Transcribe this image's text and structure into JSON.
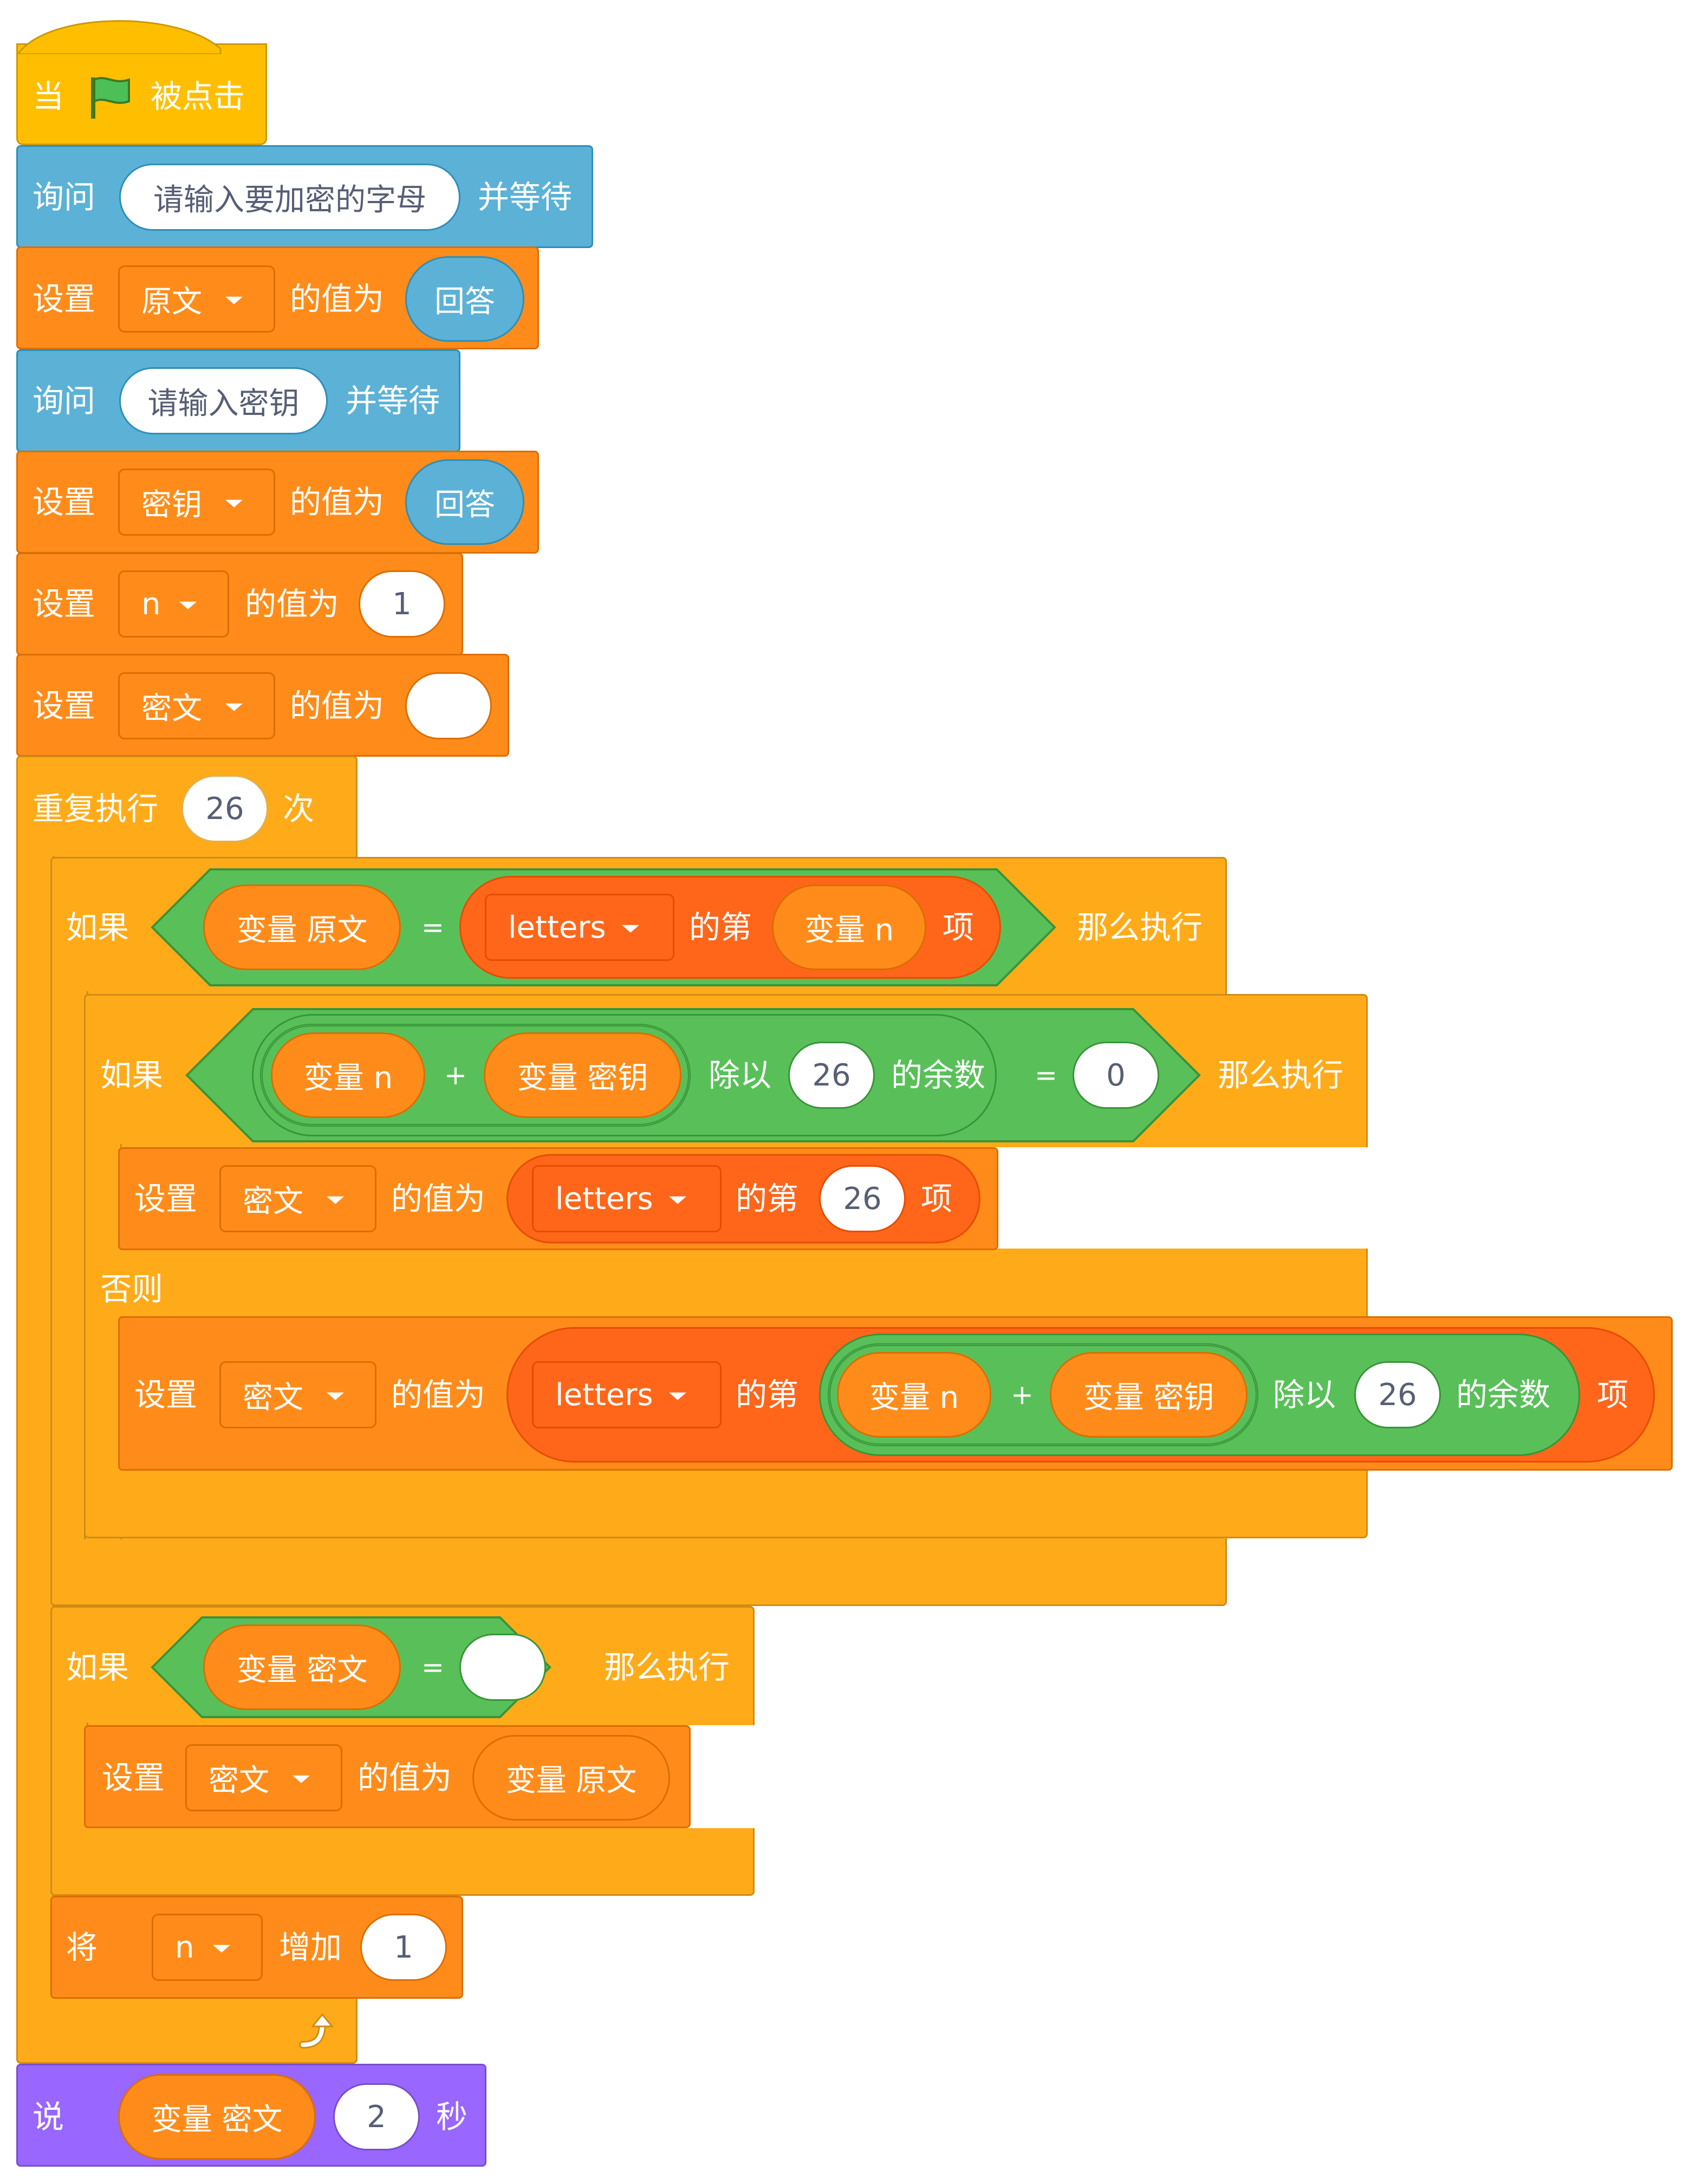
{
  "hat": {
    "when": "当",
    "clicked": "被点击"
  },
  "ask1": {
    "label": "询问",
    "question": "请输入要加密的字母",
    "wait": "并等待"
  },
  "set1": {
    "label": "设置",
    "var": "原文",
    "value_of": "的值为",
    "value": "回答"
  },
  "ask2": {
    "label": "询问",
    "question": "请输入密钥",
    "wait": "并等待"
  },
  "set2": {
    "label": "设置",
    "var": "密钥",
    "value_of": "的值为",
    "value": "回答"
  },
  "set3": {
    "label": "设置",
    "var": "n",
    "value_of": "的值为",
    "value": "1"
  },
  "set4": {
    "label": "设置",
    "var": "密文",
    "value_of": "的值为",
    "value": ""
  },
  "repeat": {
    "label": "重复执行",
    "count": "26",
    "times": "次"
  },
  "if1": {
    "label": "如果",
    "left_var": "变量 原文",
    "eq": "=",
    "list": "letters",
    "item_of": "的第",
    "index_var": "变量 n",
    "item": "项",
    "then": "那么执行"
  },
  "if2": {
    "label": "如果",
    "var_n": "变量 n",
    "plus": "+",
    "var_key": "变量 密钥",
    "mod": "除以",
    "mod_value": "26",
    "remainder": "的余数",
    "eq": "=",
    "compare": "0",
    "then": "那么执行"
  },
  "set5": {
    "label": "设置",
    "var": "密文",
    "value_of": "的值为",
    "list": "letters",
    "item_of": "的第",
    "index": "26",
    "item": "项"
  },
  "else": {
    "label": "否则"
  },
  "set6": {
    "label": "设置",
    "var": "密文",
    "value_of": "的值为",
    "list": "letters",
    "item_of": "的第",
    "var_n": "变量 n",
    "plus": "+",
    "var_key": "变量 密钥",
    "mod": "除以",
    "mod_value": "26",
    "remainder": "的余数",
    "item": "项"
  },
  "if3": {
    "label": "如果",
    "left_var": "变量 密文",
    "eq": "=",
    "compare": "",
    "then": "那么执行"
  },
  "set7": {
    "label": "设置",
    "var": "密文",
    "value_of": "的值为",
    "value": "变量 原文"
  },
  "change": {
    "label": "将",
    "var": "n",
    "increase": "增加",
    "value": "1"
  },
  "say": {
    "label": "说",
    "var": "变量 密文",
    "secs": "2",
    "unit": "秒"
  },
  "colors": {
    "events": "#FFBF00",
    "sensing": "#5CB1D6",
    "variables": "#FF8C1A",
    "control": "#FFAB19",
    "operators": "#59C059",
    "looks": "#9966FF",
    "list": "#FF661A"
  }
}
